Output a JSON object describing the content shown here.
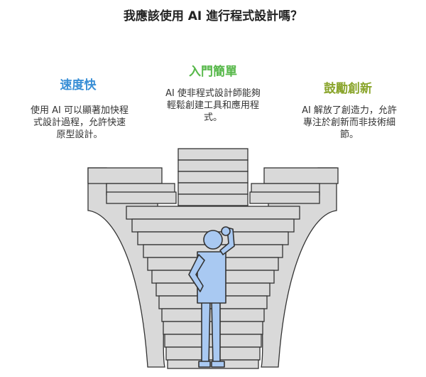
{
  "title": "我應該使用 AI 進行程式設計嗎？",
  "colors": {
    "left_heading": "#3a8fd6",
    "middle_heading": "#57b84a",
    "right_heading": "#8aa52c",
    "stairs_fill": "#d9d9d9",
    "stairs_stroke": "#333333",
    "person_fill": "#a9c9f2"
  },
  "columns": {
    "left": {
      "heading": "速度快",
      "lines": [
        "使用 AI 可以顯著加快程",
        "式設計過程，允許快速",
        "原型設計。"
      ]
    },
    "middle": {
      "heading": "入門簡單",
      "lines": [
        "AI 使非程式設計師能夠",
        "輕鬆創建工具和應用程",
        "式。"
      ]
    },
    "right": {
      "heading": "鼓勵創新",
      "lines": [
        "AI 解放了創造力，允許",
        "專注於創新而非技術細",
        "節。"
      ]
    }
  },
  "illustration": {
    "stairs-icon": "three staircases converging",
    "person-icon": "person scratching head"
  }
}
